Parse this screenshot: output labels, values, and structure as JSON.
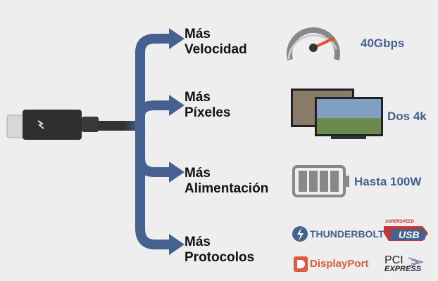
{
  "items": [
    {
      "line1": "Más",
      "line2": "Velocidad",
      "value": "40Gbps"
    },
    {
      "line1": "Más",
      "line2": "Píxeles",
      "value": "Dos 4k"
    },
    {
      "line1": "Más",
      "line2": "Alimentación",
      "value": "Hasta 100W"
    },
    {
      "line1": "Más",
      "line2": "Protocolos"
    }
  ],
  "logos": {
    "thunderbolt": "THUNDERBOLT",
    "usb_top": "SUPERSPEED",
    "usb": "USB",
    "displayport": "DisplayPort",
    "pci": "PCI",
    "pci_sub": "EXPRESS"
  },
  "colors": {
    "accent": "#44618f",
    "background": "#eeeeee"
  }
}
